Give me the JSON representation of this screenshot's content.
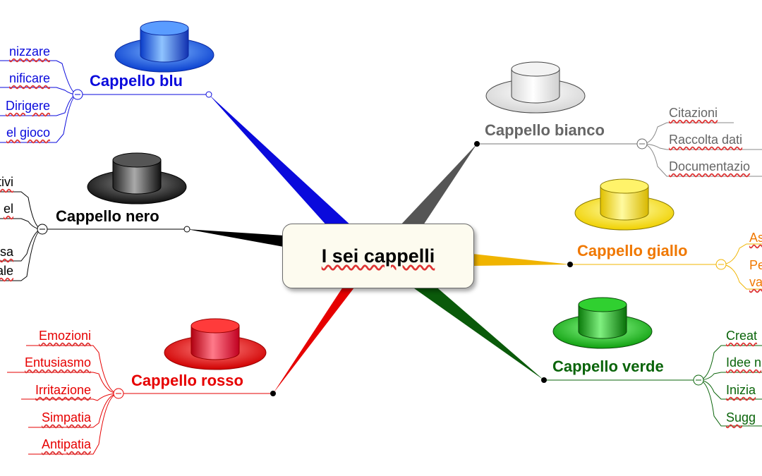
{
  "center": {
    "title": "I sei cappelli"
  },
  "branches": {
    "blu": {
      "title": "Cappello blu",
      "color": "#0a0adc",
      "items": [
        "nizzare",
        "nificare",
        "Dirigere",
        "el gioco"
      ]
    },
    "nero": {
      "title": "Cappello nero",
      "color": "#000000",
      "items": [
        "tivi",
        "el",
        "sa",
        "ale"
      ]
    },
    "rosso": {
      "title": "Cappello rosso",
      "color": "#e60000",
      "items": [
        "Emozioni",
        "Entusiasmo",
        "Irritazione",
        "Simpatia",
        "Antipatia"
      ]
    },
    "bianco": {
      "title": "Cappello bianco",
      "color": "#666666",
      "items": [
        "Citazioni",
        "Raccolta dati",
        "Documentazio"
      ]
    },
    "giallo": {
      "title": "Cappello giallo",
      "color": "#f07800",
      "items": [
        "As",
        "Pe",
        "va"
      ]
    },
    "verde": {
      "title": "Cappello verde",
      "color": "#0a640a",
      "items": [
        "Creat",
        "Idee n",
        "Inizia",
        "Sugg"
      ]
    }
  },
  "icons": {
    "hat": "hat-icon",
    "collapse": "collapse-minus-icon"
  }
}
